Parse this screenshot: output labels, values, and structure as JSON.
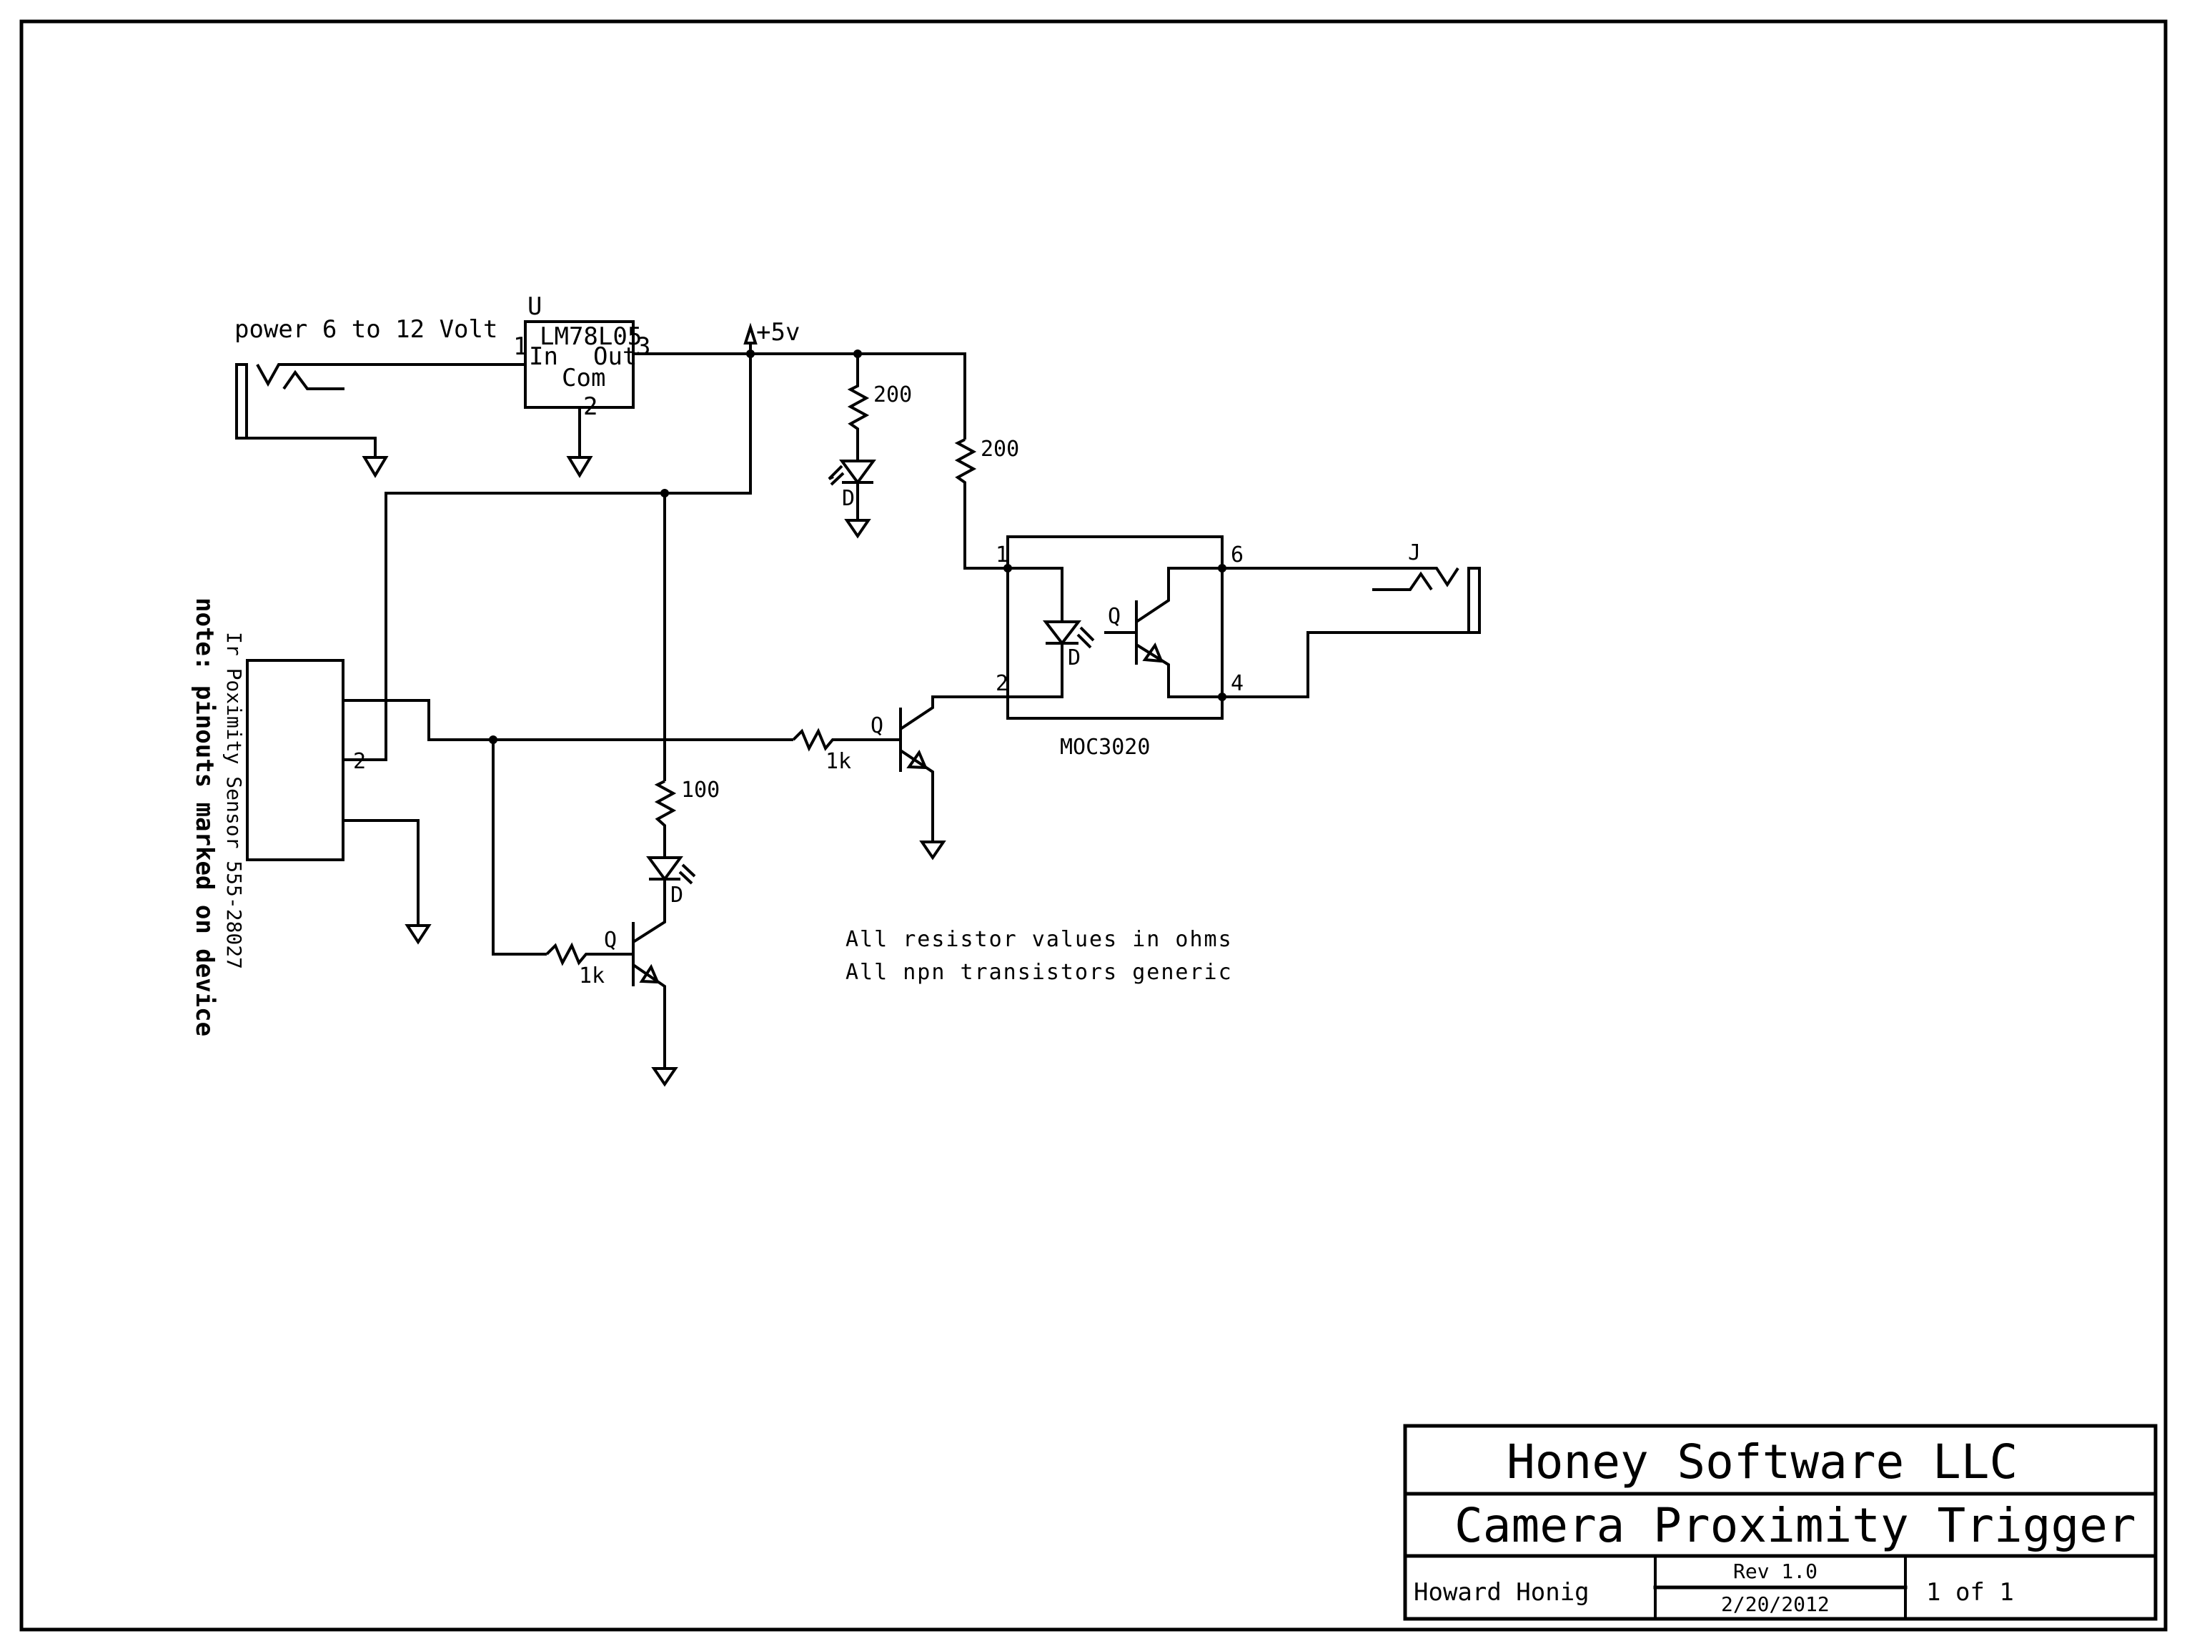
{
  "title_block": {
    "company": "Honey Software LLC",
    "title": "Camera Proximity Trigger",
    "author": "Howard Honig",
    "revision": "Rev 1.0",
    "date": "2/20/2012",
    "sheet": "1 of 1"
  },
  "power_input": {
    "label": "power 6 to 12 Volt"
  },
  "regulator": {
    "ref": "U",
    "part": "LM78L05",
    "pin_in_label": "In",
    "pin_out_label": "Out",
    "pin_com_label": "Com",
    "pin_in_number": "1",
    "pin_out_number": "3",
    "pin_com_number": "2"
  },
  "supply": {
    "label": "+5v"
  },
  "power_led": {
    "resistor_value": "200",
    "diode_ref": "D"
  },
  "optocoupler": {
    "part": "MOC3020",
    "pin1": "1",
    "pin2": "2",
    "pin4": "4",
    "pin6": "6",
    "resistor_value": "200",
    "diode_ref": "D",
    "transistor_ref": "Q"
  },
  "output_jack": {
    "ref": "J"
  },
  "sensor": {
    "label": "Ir Poximity Sensor 555-28027",
    "note": "note: pinouts marked on device",
    "pin_label": "2"
  },
  "driver_transistor": {
    "ref": "Q",
    "resistor_value": "1k"
  },
  "indicator": {
    "resistor_value": "100",
    "diode_ref": "D",
    "transistor_ref": "Q",
    "base_resistor_value": "1k"
  },
  "notes": [
    "All resistor values in ohms",
    "All npn transistors generic"
  ]
}
